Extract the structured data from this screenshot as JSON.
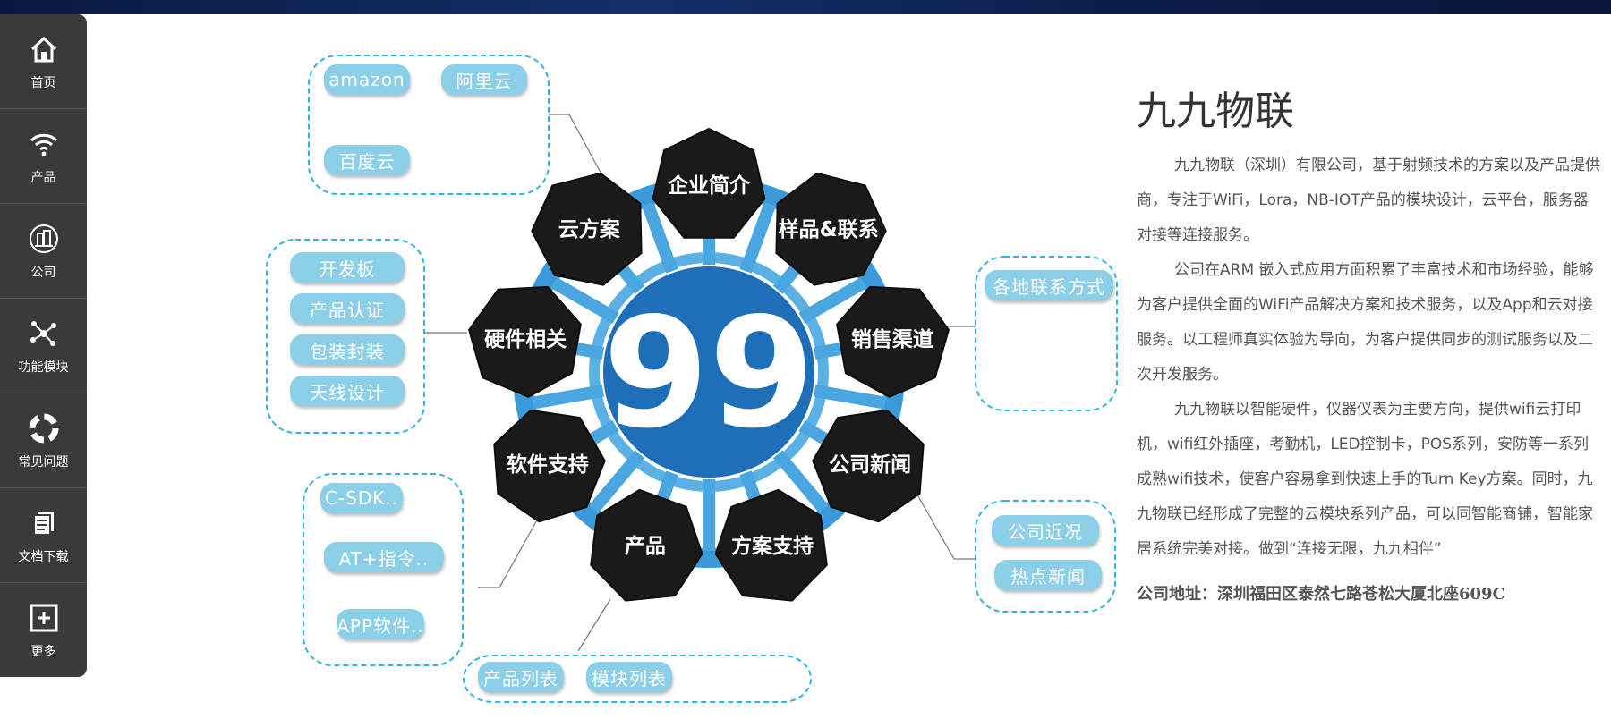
{
  "sidebar": {
    "items": [
      {
        "label": "首页",
        "icon": "home-icon"
      },
      {
        "label": "产品",
        "icon": "wifi-icon"
      },
      {
        "label": "公司",
        "icon": "building-icon"
      },
      {
        "label": "功能模块",
        "icon": "network-icon"
      },
      {
        "label": "常见问题",
        "icon": "lifebuoy-icon"
      },
      {
        "label": "文档下载",
        "icon": "document-icon"
      },
      {
        "label": "更多",
        "icon": "plus-icon"
      }
    ]
  },
  "hub": {
    "logo_text": "99",
    "nodes": [
      {
        "label": "企业简介"
      },
      {
        "label": "样品&联系"
      },
      {
        "label": "销售渠道"
      },
      {
        "label": "公司新闻"
      },
      {
        "label": "方案支持"
      },
      {
        "label": "产品"
      },
      {
        "label": "软件支持"
      },
      {
        "label": "硬件相关"
      },
      {
        "label": "云方案"
      }
    ]
  },
  "groups": {
    "cloud": [
      "amazon",
      "阿里云",
      "百度云"
    ],
    "hardware": [
      "开发板",
      "产品认证",
      "包装封装",
      "天线设计"
    ],
    "software": [
      "C-SDK..",
      "AT+指令..",
      "APP软件.."
    ],
    "product": [
      "产品列表",
      "模块列表"
    ],
    "sales": [
      "各地联系方式"
    ],
    "news": [
      "公司近况",
      "热点新闻"
    ]
  },
  "info": {
    "title": "九九物联",
    "paragraphs": [
      "九九物联（深圳）有限公司，基于射频技术的方案以及产品提供商，专注于WiFi，Lora，NB-IOT产品的模块设计，云平台，服务器对接等连接服务。",
      "公司在ARM 嵌入式应用方面积累了丰富技术和市场经验，能够为客户提供全面的WiFi产品解决方案和技术服务，以及App和云对接服务。以工程师真实体验为导向，为客户提供同步的测试服务以及二次开发服务。",
      "九九物联以智能硬件，仪器仪表为主要方向，提供wifi云打印机，wifi红外插座，考勤机，LED控制卡，POS系列，安防等一系列成熟wifi技术，使客户容易拿到快速上手的Turn Key方案。同时，九九物联已经形成了完整的云模块系列产品，可以同智能商铺，智能家居系统完美对接。做到“连接无限，九九相伴”"
    ],
    "address": "公司地址：深圳福田区泰然七路苍松大厦北座609C"
  },
  "colors": {
    "sidebar_bg": "#3a3a3a",
    "hex_fill": "#1c1c1c",
    "ring_blue": "#3a9ad9",
    "tag_blue": "#8ccfe8",
    "dash_border": "#2fb3e0"
  }
}
